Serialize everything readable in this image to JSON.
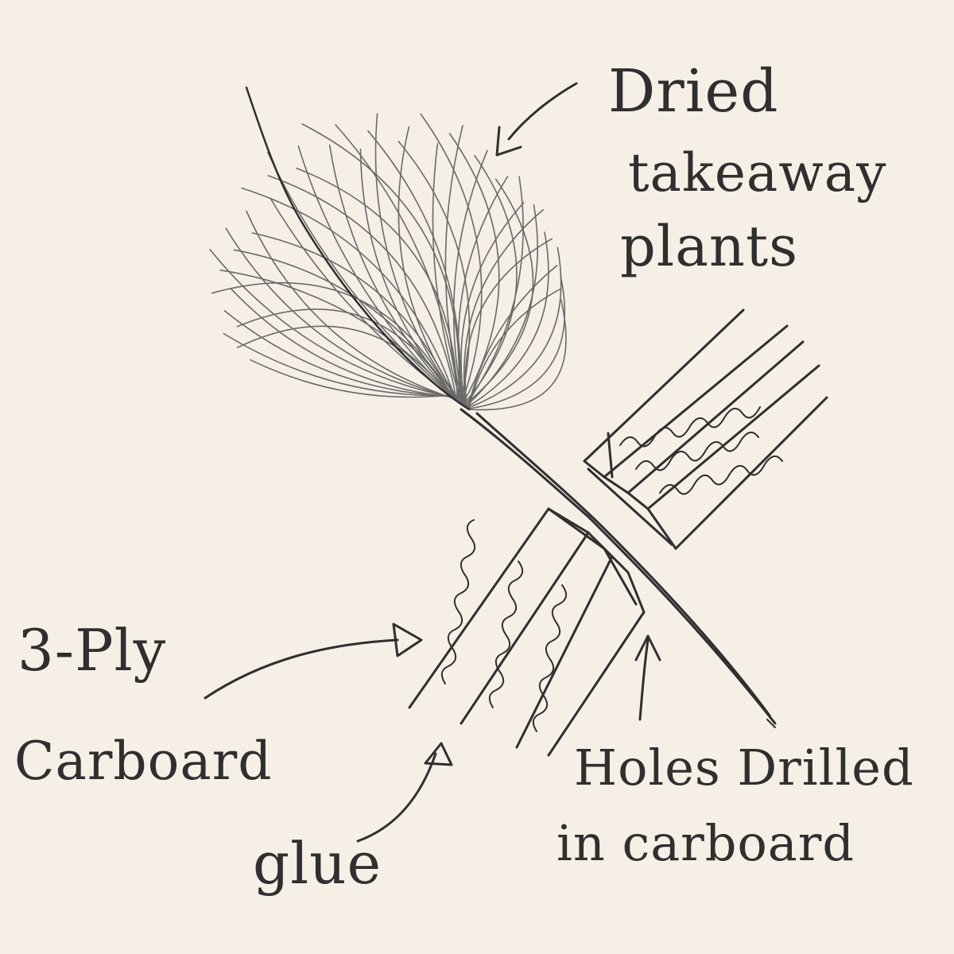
{
  "labels": {
    "dried_plants": [
      "Dried",
      "takeaway",
      "plants"
    ],
    "three_ply": [
      "3-Ply",
      "Carboard"
    ],
    "glue": "glue",
    "holes": [
      "Holes Drilled",
      "in carboard"
    ]
  },
  "colors": {
    "background": "#f5efe6",
    "ink": "#2f2f2f",
    "frond": "#6a6a6a"
  }
}
